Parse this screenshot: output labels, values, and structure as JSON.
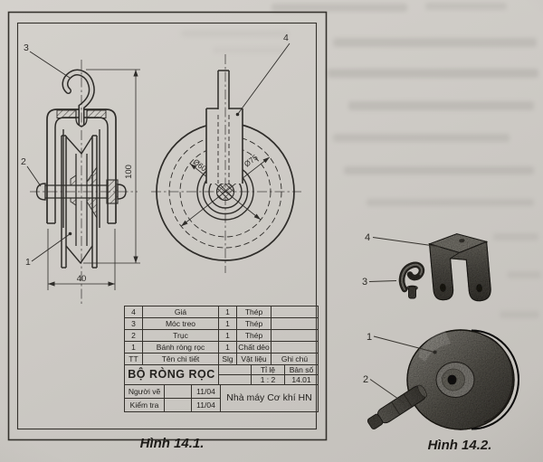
{
  "colors": {
    "paper": "#cecbc6",
    "ink": "#2e2c29"
  },
  "figure1": {
    "caption": "Hình 14.1.",
    "callout_1": "1",
    "callout_2": "2",
    "callout_3": "3",
    "callout_4": "4",
    "dim_height": "100",
    "dim_width": "40",
    "dia_inner": "Ø60",
    "dia_outer": "Ø75",
    "table": {
      "parts": [
        {
          "tt": "4",
          "name": "Giá",
          "qty": "1",
          "material": "Thép"
        },
        {
          "tt": "3",
          "name": "Móc treo",
          "qty": "1",
          "material": "Thép"
        },
        {
          "tt": "2",
          "name": "Trục",
          "qty": "1",
          "material": "Thép"
        },
        {
          "tt": "1",
          "name": "Bánh ròng rọc",
          "qty": "1",
          "material": "Chất dẻo"
        }
      ],
      "header": {
        "tt": "TT",
        "name": "Tên chi tiết",
        "qty": "Slg",
        "material": "Vật liệu",
        "note": "Ghi chú"
      },
      "title": "BỘ RÒNG RỌC",
      "scale_label": "Tỉ lệ",
      "scale_value": "1 : 2",
      "sheet_label": "Bản số",
      "sheet_value": "14.01",
      "drawn_label": "Người vẽ",
      "drawn_date": "11/04",
      "check_label": "Kiểm tra",
      "check_date": "11/04",
      "company": "Nhà máy Cơ khí HN"
    }
  },
  "figure2": {
    "caption": "Hình 14.2.",
    "callout_1": "1",
    "callout_2": "2",
    "callout_3": "3",
    "callout_4": "4"
  }
}
